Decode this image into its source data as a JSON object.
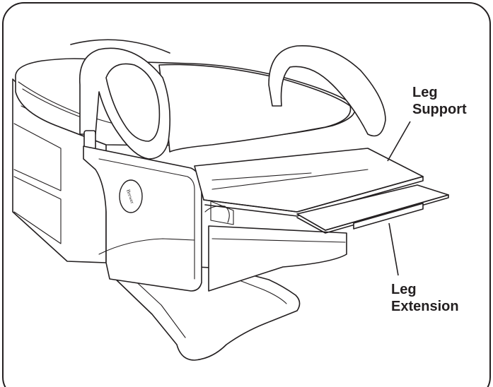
{
  "callouts": {
    "leg_support": {
      "line1": "Leg",
      "line2": "Support"
    },
    "leg_extension": {
      "line1": "Leg",
      "line2": "Extension"
    }
  },
  "logo": {
    "text": "Brewer"
  },
  "colors": {
    "line": "#231f20",
    "background": "#ffffff",
    "frame": "#231f20"
  }
}
